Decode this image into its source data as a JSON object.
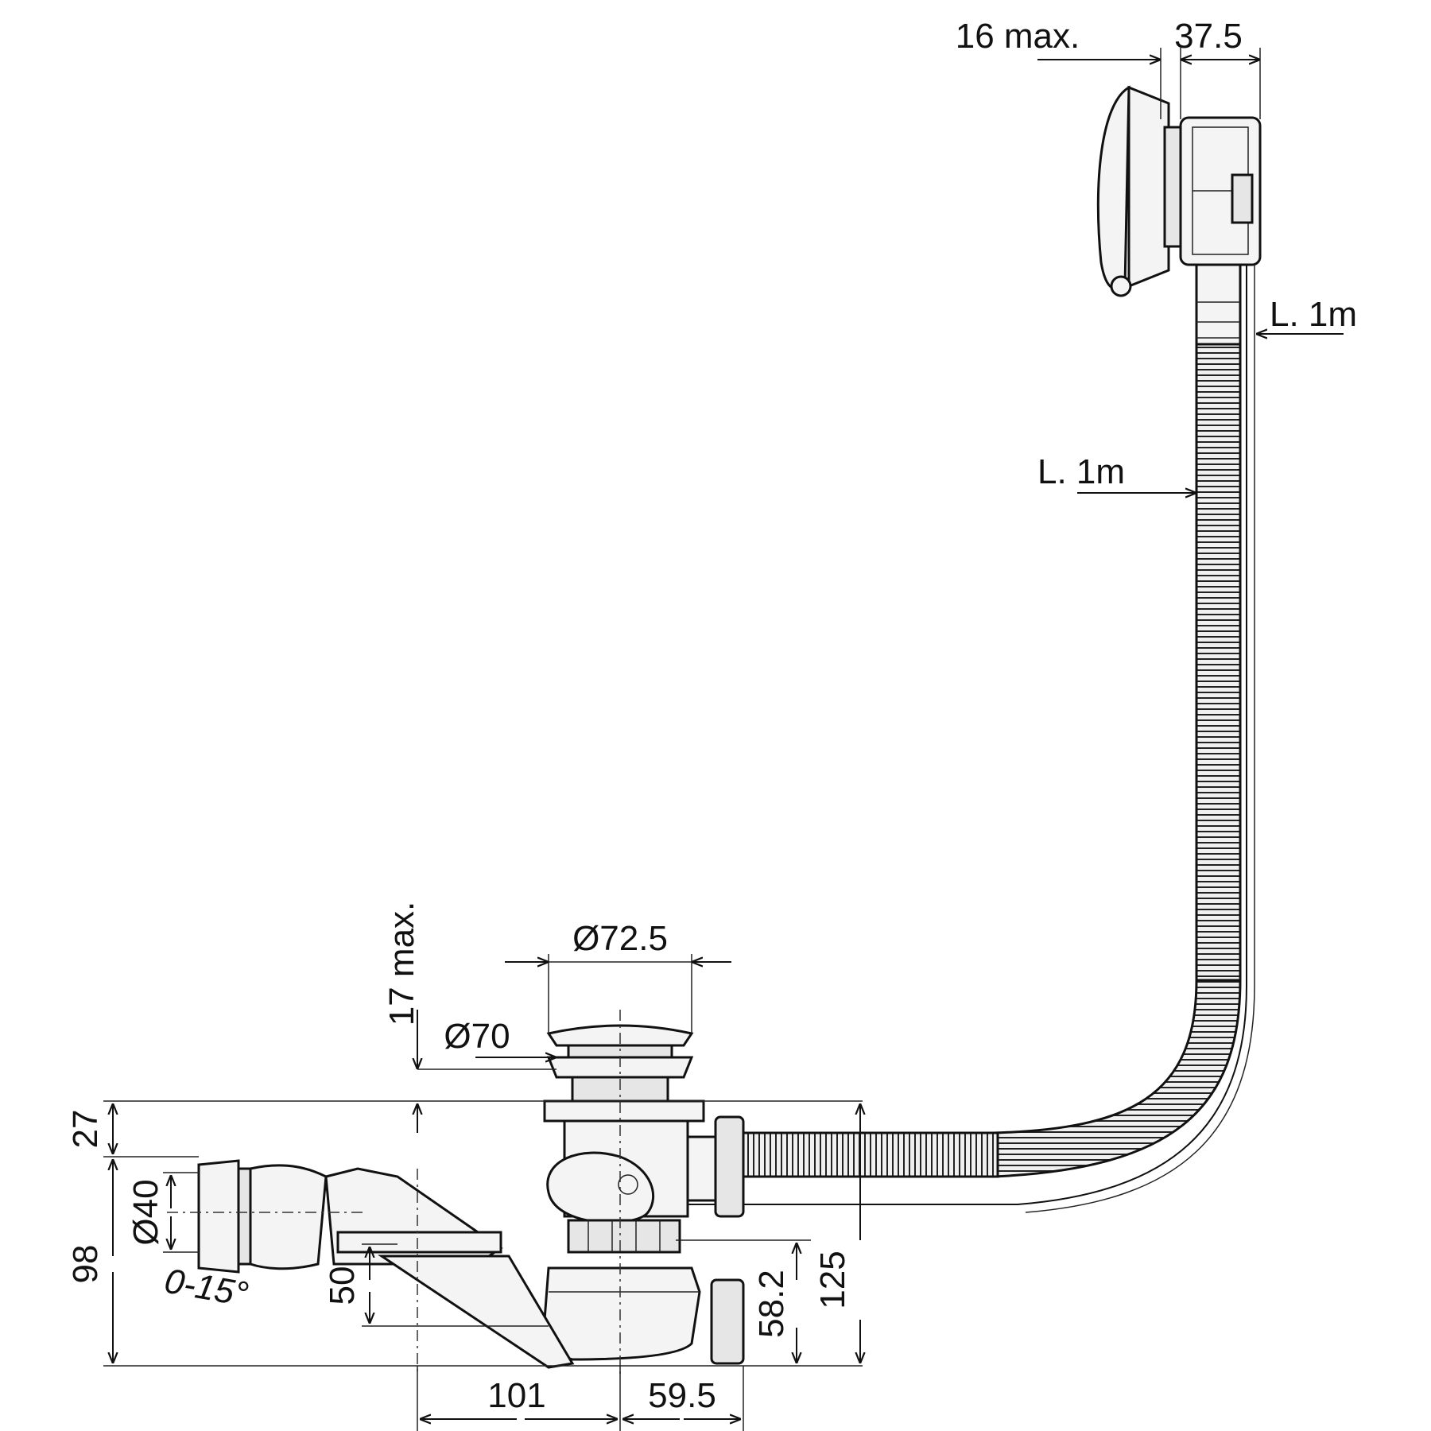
{
  "dimensions": {
    "overflow_max_depth": "16 max.",
    "overflow_width": "37.5",
    "cable_length": "L. 1m",
    "hose_length": "L. 1m",
    "cap_diameter": "Ø72.5",
    "body_diameter": "Ø70",
    "wall_thickness_max": "17 max.",
    "top_height": "27",
    "outlet_diameter": "Ø40",
    "angle_range": "0-15°",
    "total_height": "98",
    "trap_height": "50",
    "offset_left": "101",
    "offset_right": "59.5",
    "outlet_height": "58.2",
    "inlet_height": "125"
  },
  "colors": {
    "line": "#111111",
    "fill": "#f4f4f4",
    "background": "#ffffff"
  }
}
